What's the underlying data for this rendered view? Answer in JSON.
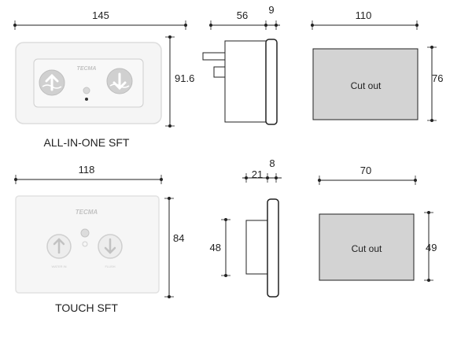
{
  "top_row": {
    "front": {
      "width_label": "145",
      "height_label": "91.6",
      "brand": "TECMA",
      "caption": "ALL-IN-ONE SFT"
    },
    "side": {
      "depth_label": "56",
      "plate_label": "9"
    },
    "cutout": {
      "width_label": "110",
      "height_label": "76",
      "text": "Cut out"
    }
  },
  "bottom_row": {
    "front": {
      "width_label": "118",
      "height_label": "84",
      "brand": "TECMA",
      "caption": "TOUCH SFT",
      "left_button_text": "WATER IN",
      "right_button_text": "FLUSH"
    },
    "side": {
      "depth_label": "21",
      "plate_label": "8",
      "height_label": "48"
    },
    "cutout": {
      "width_label": "70",
      "height_label": "49",
      "text": "Cut out"
    }
  },
  "colors": {
    "line": "#222222",
    "panel_fill": "#f4f4f4",
    "panel_stroke": "#d8d8d8",
    "inset": "#c9c9c9",
    "cutout_fill": "#d3d3d3"
  }
}
